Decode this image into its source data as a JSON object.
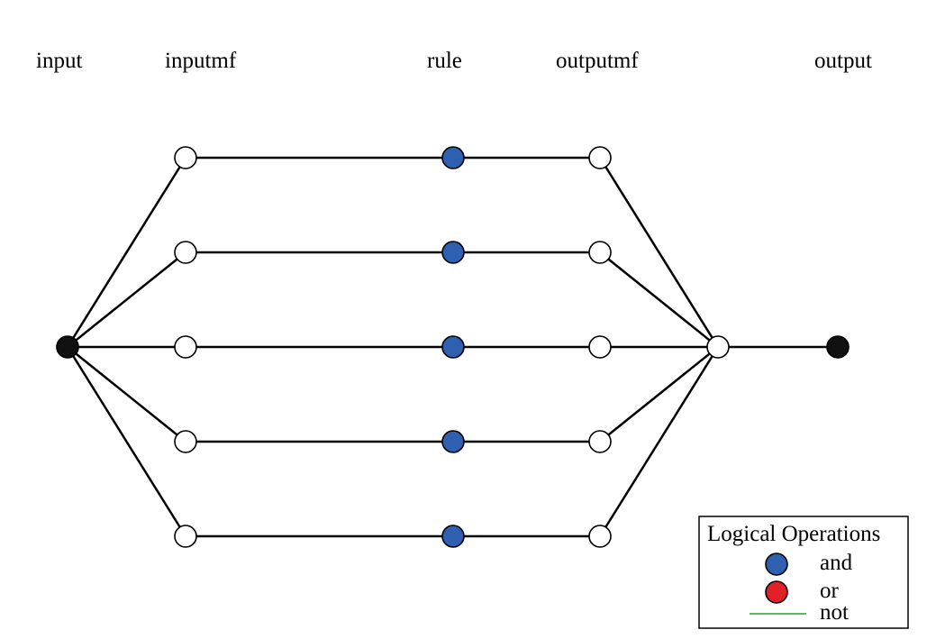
{
  "columns": {
    "input": "input",
    "inputmf": "inputmf",
    "rule": "rule",
    "outputmf": "outputmf",
    "output": "output"
  },
  "network": {
    "inputmf_count": 5,
    "rule_count": 5,
    "outputmf_count": 5,
    "connections": [
      {
        "inputmf": 1,
        "rule": 1,
        "outputmf": 1,
        "operation": "and"
      },
      {
        "inputmf": 2,
        "rule": 2,
        "outputmf": 2,
        "operation": "and"
      },
      {
        "inputmf": 3,
        "rule": 3,
        "outputmf": 3,
        "operation": "and"
      },
      {
        "inputmf": 4,
        "rule": 4,
        "outputmf": 4,
        "operation": "and"
      },
      {
        "inputmf": 5,
        "rule": 5,
        "outputmf": 5,
        "operation": "and"
      }
    ]
  },
  "colors": {
    "input_node": "#111111",
    "output_node": "#111111",
    "mf_node": "#ffffff",
    "and": "#2f5fb0",
    "or": "#e3202a",
    "not": "#5cb85c",
    "edge": "#000000"
  },
  "legend": {
    "title": "Logical Operations",
    "items": [
      {
        "label": "and",
        "color_key": "and",
        "marker": "dot"
      },
      {
        "label": "or",
        "color_key": "or",
        "marker": "dot"
      },
      {
        "label": "not",
        "color_key": "not",
        "marker": "line"
      }
    ]
  }
}
